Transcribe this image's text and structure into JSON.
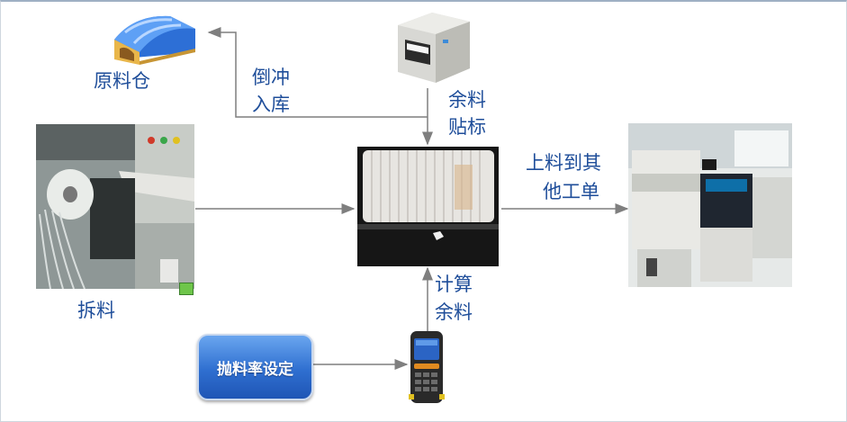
{
  "nodes": {
    "warehouse": "原料仓",
    "unload": "拆料",
    "reverse_in_1": "倒冲",
    "reverse_in_2": "入库",
    "remain_label_1": "余料",
    "remain_label_2": "贴标",
    "to_other_1": "上料到其",
    "to_other_2": "他工单",
    "calc_1": "计算",
    "calc_2": "余料",
    "scrap_rate_btn": "抛料率设定"
  },
  "colors": {
    "label_text": "#1f4e9a",
    "arrow": "#7f7f7f",
    "button": "#2f6fd0"
  },
  "icons": [
    "warehouse-icon",
    "label-printer-icon",
    "feeder-machine-photo",
    "reel-rack-photo",
    "smt-machine-photo",
    "handheld-terminal-icon"
  ]
}
